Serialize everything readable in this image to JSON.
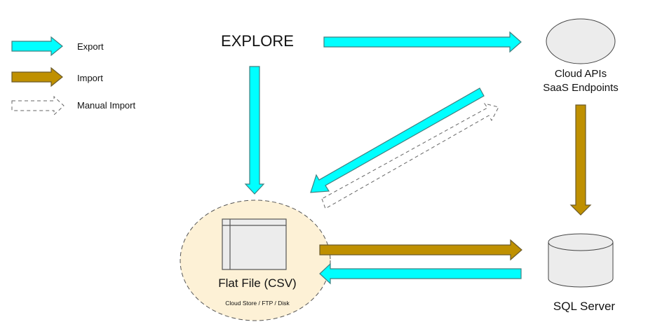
{
  "colors": {
    "export": "#00ffff",
    "export_stroke": "#3f7f7f",
    "import": "#bf9000",
    "import_stroke": "#6b5a2a",
    "manual_stroke": "#666666",
    "flatfile_fill": "#fdf1d6",
    "node_fill": "#ececec",
    "node_stroke": "#444444"
  },
  "legend": {
    "items": [
      {
        "type": "export",
        "label": "Export"
      },
      {
        "type": "import",
        "label": "Import"
      },
      {
        "type": "manual",
        "label": "Manual Import"
      }
    ]
  },
  "nodes": {
    "explore": {
      "label": "EXPLORE"
    },
    "cloud": {
      "line1": "Cloud APIs",
      "line2": "SaaS Endpoints",
      "icon": "ellipse-icon"
    },
    "sql": {
      "label": "SQL Server",
      "icon": "database-cylinder-icon"
    },
    "flatfile": {
      "label": "Flat File (CSV)",
      "sublabel": "Cloud Store / FTP / Disk",
      "icon": "table-file-icon"
    }
  },
  "edges": [
    {
      "from": "explore",
      "to": "cloud",
      "type": "export"
    },
    {
      "from": "explore",
      "to": "flatfile",
      "type": "export"
    },
    {
      "from": "cloud",
      "to": "flatfile",
      "type": "export"
    },
    {
      "from": "flatfile",
      "to": "cloud",
      "type": "manual"
    },
    {
      "from": "cloud",
      "to": "sql",
      "type": "import"
    },
    {
      "from": "flatfile",
      "to": "sql",
      "type": "import"
    },
    {
      "from": "sql",
      "to": "flatfile",
      "type": "export"
    }
  ]
}
